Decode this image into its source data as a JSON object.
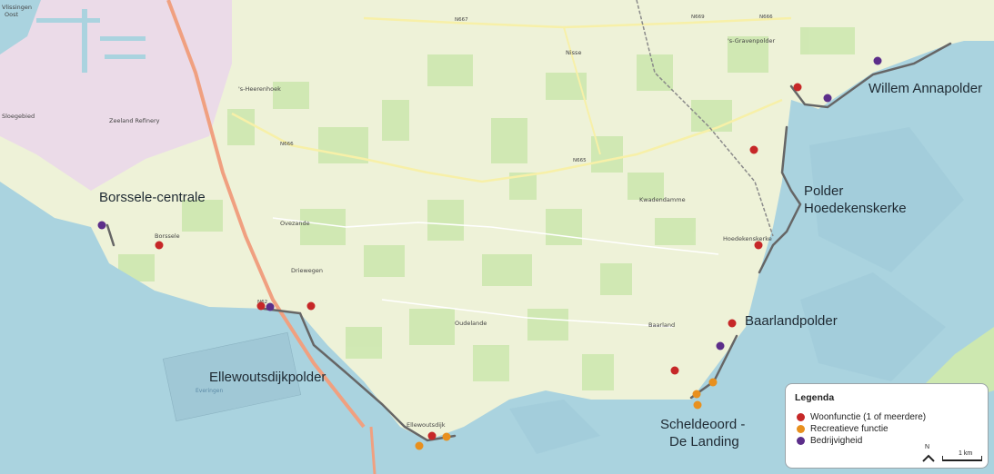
{
  "map": {
    "region_labels": {
      "borssele": "Borssele-centrale",
      "willem": "Willem Annapolder",
      "polder1": "Polder",
      "polder2": "Hoedekenskerke",
      "baarland": "Baarlandpolder",
      "ellewouts": "Ellewoutsdijkpolder",
      "scheldeoord1": "Scheldeoord -",
      "scheldeoord2": "De Landing"
    },
    "towns": {
      "oost": "Oost",
      "vlissingen": "Vlissingen",
      "gravenpolder": "'s-Gravenpolder",
      "nisse": "Nisse",
      "heerenhoek": "'s-Heerenhoek",
      "borssele": "Borssele",
      "ovezande": "Ovezande",
      "driewegen": "Driewegen",
      "oudelande": "Oudelande",
      "baarland": "Baarland",
      "kwadendamme": "Kwadendamme",
      "hoedekenskerke": "Hoedekenskerke",
      "ellewoutsdijk": "Ellewoutsdijk",
      "sloegebied": "Sloegebied",
      "everingen": "Everingen",
      "zeeland_ref": "Zeeland Refinery"
    },
    "roads": {
      "n62": "N62",
      "n665": "N665",
      "n666": "N666",
      "n667": "N667",
      "n669": "N669"
    }
  },
  "legend": {
    "title": "Legenda",
    "items": [
      {
        "label": "Woonfunctie (1 of meerdere)",
        "color": "#c62828"
      },
      {
        "label": "Recreatieve functie",
        "color": "#e8901e"
      },
      {
        "label": "Bedrijvigheid",
        "color": "#5c2e8a"
      }
    ],
    "north_label": "N",
    "scale_label": "1 km"
  },
  "colors": {
    "water": "#aad3df",
    "land": "#eef2d8",
    "field": "#cde8b0",
    "dike": "#666666"
  }
}
